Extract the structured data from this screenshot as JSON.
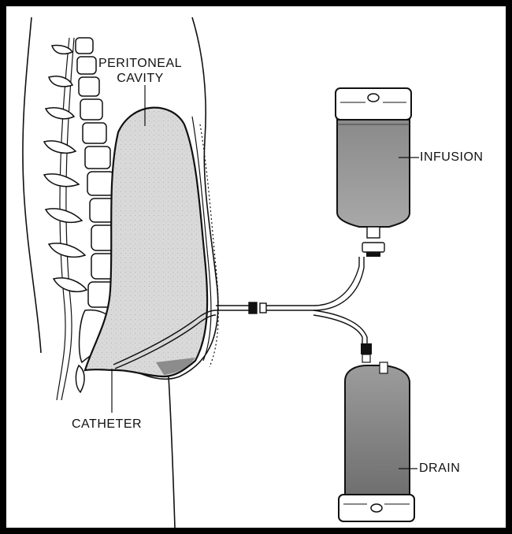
{
  "labels": {
    "peritoneal_line1": "PERITONEAL",
    "peritoneal_line2": "CAVITY",
    "infusion": "INFUSION",
    "drain": "DRAIN",
    "catheter": "CATHETER"
  },
  "colors": {
    "frame": "#000000",
    "background": "#ffffff",
    "fluid": "#9a9a9a",
    "cavity_fill": "#d8d8d8",
    "line": "#111111"
  }
}
